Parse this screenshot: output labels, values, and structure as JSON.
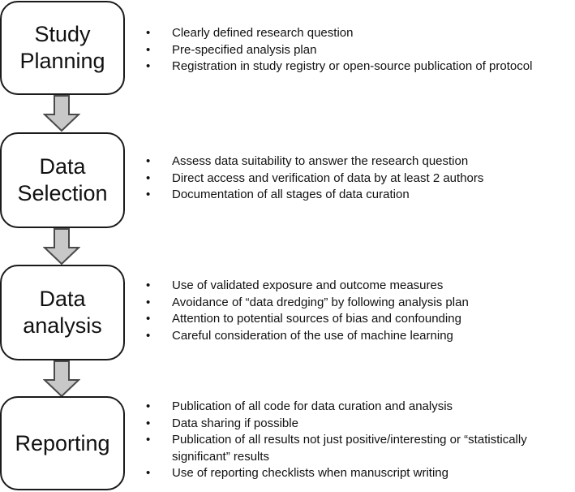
{
  "stages": [
    {
      "name_lines": [
        "Study",
        "Planning"
      ],
      "bullets": [
        "Clearly defined research question",
        "Pre-specified analysis plan",
        "Registration in study registry or open-source publication of protocol"
      ]
    },
    {
      "name_lines": [
        "Data",
        "Selection"
      ],
      "bullets": [
        "Assess data suitability to answer the research question",
        "Direct access and verification of data by at least 2 authors",
        "Documentation of all stages of data curation"
      ]
    },
    {
      "name_lines": [
        "Data",
        "analysis"
      ],
      "bullets": [
        "Use of validated exposure and outcome measures",
        "Avoidance of “data dredging” by following analysis plan",
        "Attention to potential sources of bias and confounding",
        "Careful consideration of the use of machine learning"
      ]
    },
    {
      "name_lines": [
        "Reporting"
      ],
      "bullets": [
        "Publication of all code for data curation and analysis",
        "Data sharing if possible",
        "Publication of all results not just positive/interesting or “statistically significant” results",
        "Use of reporting checklists when manuscript writing"
      ]
    }
  ],
  "bullet_marker": "•",
  "colors": {
    "box_border": "#1a1a1a",
    "arrow_fill": "#c8c8c8",
    "arrow_stroke": "#4a4a4a",
    "text": "#111111"
  }
}
